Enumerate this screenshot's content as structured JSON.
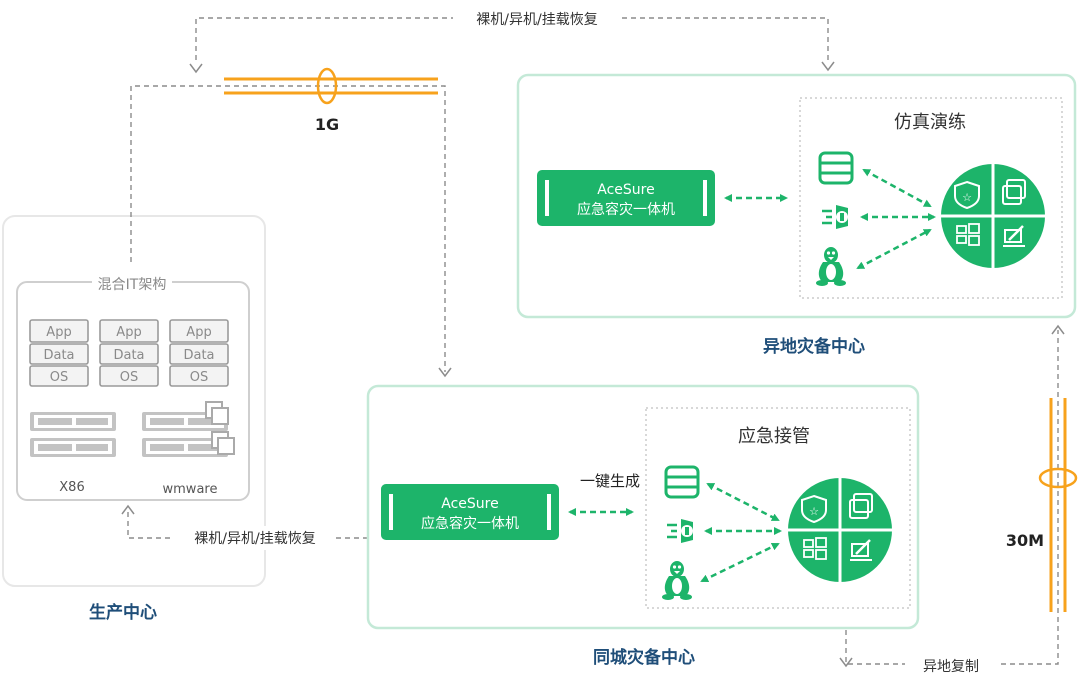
{
  "links": {
    "top_dashed_label": "裸机/异机/挂载恢复",
    "left_dashed_label": "裸机/异机/挂载恢复",
    "bottom_dashed_label": "异地复制",
    "bandwidth_1g": "1G",
    "bandwidth_30m": "30M",
    "one_click_label": "一键生成"
  },
  "production_center": {
    "label": "生产中心",
    "hybrid_title": "混合IT架构",
    "stacks": [
      [
        "App",
        "Data",
        "OS"
      ],
      [
        "App",
        "Data",
        "OS"
      ],
      [
        "App",
        "Data",
        "OS"
      ]
    ],
    "server_labels": [
      "X86",
      "wmware"
    ]
  },
  "remote_center": {
    "label": "异地灾备中心",
    "appliance_line1": "AceSure",
    "appliance_line2": "应急容灾一体机",
    "box_title": "仿真演练"
  },
  "local_center": {
    "label": "同城灾备中心",
    "appliance_line1": "AceSure",
    "appliance_line2": "应急容灾一体机",
    "box_title": "应急接管"
  },
  "colors": {
    "green": "#1db46a",
    "orange": "#f7a21c",
    "navy": "#1f4e79",
    "gray_border": "#cfcfcf",
    "teal_border": "#c4e9d7"
  }
}
